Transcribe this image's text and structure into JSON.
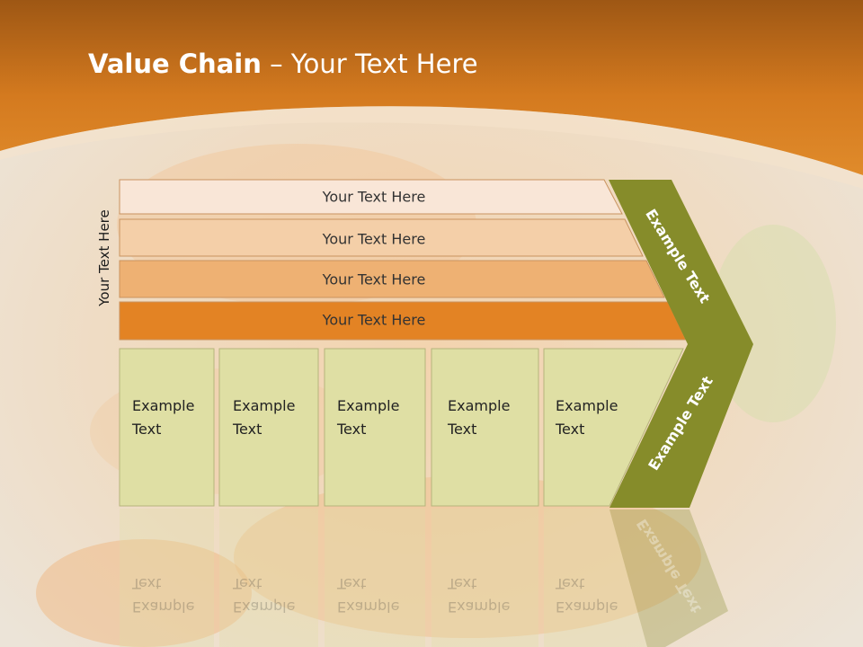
{
  "title": {
    "bold": "Value Chain",
    "rest": " – Your Text Here"
  },
  "side_label": "Your Text Here",
  "bars": [
    {
      "label": "Your Text Here",
      "color": "#f9e6d7"
    },
    {
      "label": "Your Text Here",
      "color": "#f4cfa8"
    },
    {
      "label": "Your Text Here",
      "color": "#eeb173"
    },
    {
      "label": "Your Text Here",
      "color": "#e38324"
    }
  ],
  "activities": [
    {
      "line1": "Example",
      "line2": "Text"
    },
    {
      "line1": "Example",
      "line2": "Text"
    },
    {
      "line1": "Example",
      "line2": "Text"
    },
    {
      "line1": "Example",
      "line2": "Text"
    },
    {
      "line1": "Example",
      "line2": "Text"
    }
  ],
  "chevron": {
    "upper": "Example Text",
    "lower": "Example Text"
  },
  "colors": {
    "header": "#df8424",
    "box_fill": "#dfdfa4",
    "chevron": "#868c2a",
    "background": "#efe2d2"
  }
}
